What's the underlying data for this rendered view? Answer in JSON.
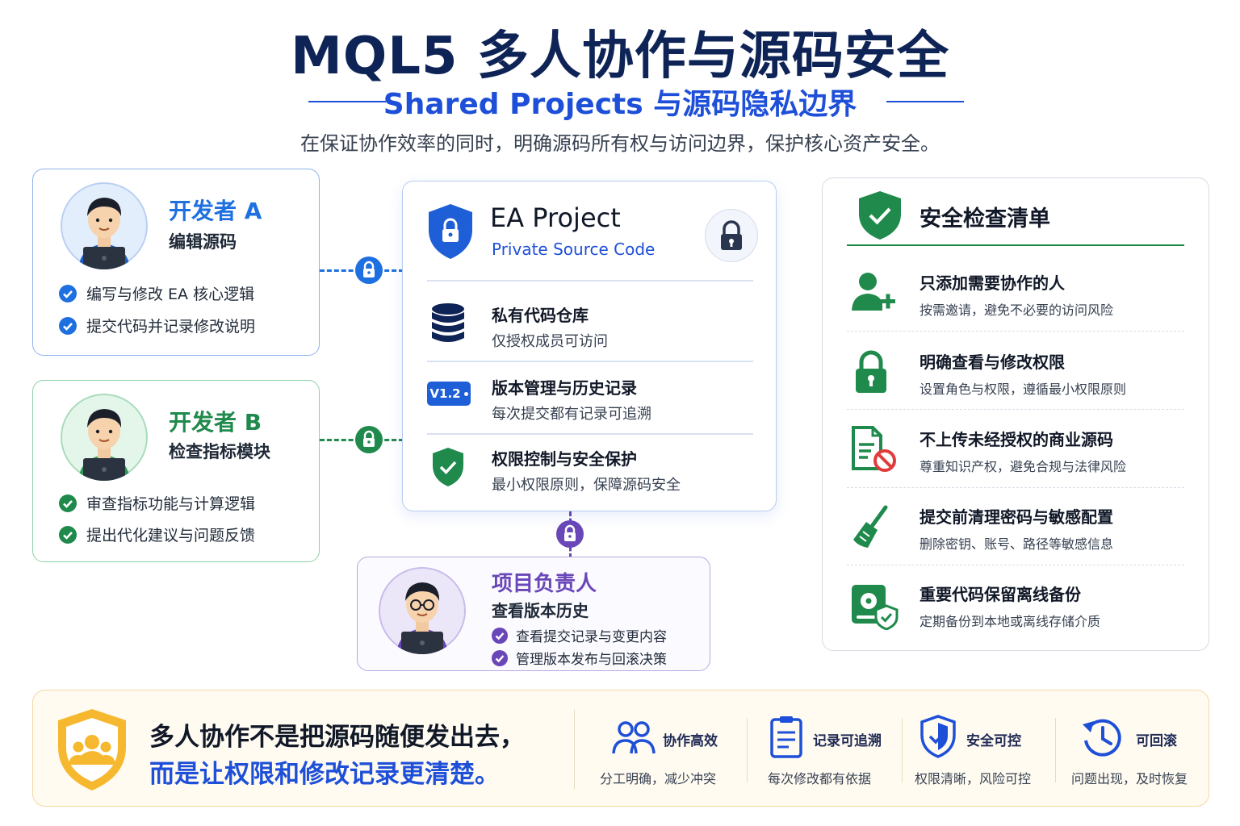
{
  "header": {
    "title": "MQL5 多人协作与源码安全",
    "subtitle": "Shared Projects 与源码隐私边界",
    "tagline": "在保证协作效率的同时，明确源码所有权与访问边界，保护核心资产安全。"
  },
  "dev_a": {
    "title": "开发者 A",
    "role": "编辑源码",
    "bullets": [
      "编写与修改 EA 核心逻辑",
      "提交代码并记录修改说明"
    ],
    "color": "#1e6fe0"
  },
  "dev_b": {
    "title": "开发者 B",
    "role": "检查指标模块",
    "bullets": [
      "审查指标功能与计算逻辑",
      "提出代化建议与问题反馈"
    ],
    "color": "#1f8a4c"
  },
  "lead": {
    "title": "项目负责人",
    "role": "查看版本历史",
    "bullets": [
      "查看提交记录与变更内容",
      "管理版本发布与回滚决策"
    ],
    "color": "#6a47b8"
  },
  "project": {
    "title": "EA Project",
    "subtitle": "Private Source Code",
    "version_badge": "V1.2",
    "rows": [
      {
        "title": "私有代码仓库",
        "desc": "仅授权成员可访问",
        "icon": "database-icon"
      },
      {
        "title": "版本管理与历史记录",
        "desc": "每次提交都有记录可追溯",
        "icon": "version-tag-icon"
      },
      {
        "title": "权限控制与安全保护",
        "desc": "最小权限原则，保障源码安全",
        "icon": "shield-check-icon"
      }
    ]
  },
  "checklist": {
    "title": "安全检查清单",
    "items": [
      {
        "title": "只添加需要协作的人",
        "desc": "按需邀请，避免不必要的访问风险",
        "icon": "add-user-icon"
      },
      {
        "title": "明确查看与修改权限",
        "desc": "设置角色与权限，遵循最小权限原则",
        "icon": "lock-icon"
      },
      {
        "title": "不上传未经授权的商业源码",
        "desc": "尊重知识产权，避免合规与法律风险",
        "icon": "no-document-icon"
      },
      {
        "title": "提交前清理密码与敏感配置",
        "desc": "删除密钥、账号、路径等敏感信息",
        "icon": "broom-icon"
      },
      {
        "title": "重要代码保留离线备份",
        "desc": "定期备份到本地或离线存储介质",
        "icon": "backup-drive-icon"
      }
    ]
  },
  "bottom": {
    "line1": "多人协作不是把源码随便发出去，",
    "line2": "而是让权限和修改记录更清楚。",
    "features": [
      {
        "title": "协作高效",
        "desc": "分工明确，减少冲突",
        "icon": "team-icon"
      },
      {
        "title": "记录可追溯",
        "desc": "每次修改都有依据",
        "icon": "clipboard-icon"
      },
      {
        "title": "安全可控",
        "desc": "权限清晰，风险可控",
        "icon": "shield-icon"
      },
      {
        "title": "可回滚",
        "desc": "问题出现，及时恢复",
        "icon": "history-icon"
      }
    ]
  },
  "colors": {
    "navy": "#0f2456",
    "blue": "#1e4fd8",
    "green": "#1f8a4c",
    "purple": "#6a47b8",
    "gold": "#f5b82e"
  }
}
